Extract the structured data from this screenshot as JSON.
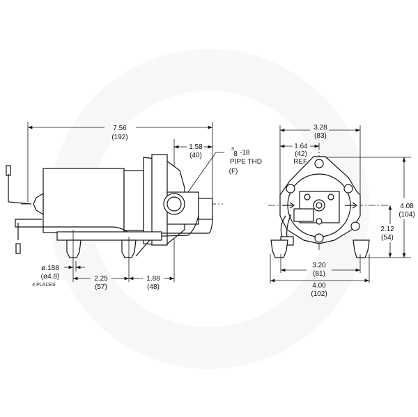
{
  "side_view": {
    "overall_length": {
      "in": "7.56",
      "mm": "(192)"
    },
    "port_offset": {
      "in": "1.58",
      "mm": "(40)"
    },
    "port_thread": {
      "size_whole": "3",
      "size_den": "8",
      "size_rest": "-18",
      "line2": "PIPE THD",
      "line3": "(F)"
    },
    "mount_hole": {
      "in": "ø.188",
      "mm": "(ø4.8)",
      "note": "4 PLACES"
    },
    "foot_spacing": {
      "in": "2.25",
      "mm": "(57)"
    },
    "foot_to_port": {
      "in": "1.88",
      "mm": "(48)"
    }
  },
  "end_view": {
    "width": {
      "in": "3.28",
      "mm": "(83)"
    },
    "half_width": {
      "in": "1.64",
      "mm": "(42)",
      "note": "REF."
    },
    "height": {
      "in": "4.08",
      "mm": "(104)"
    },
    "center_height": {
      "in": "2.12",
      "mm": "(54)"
    },
    "foot_spacing": {
      "in": "3.20",
      "mm": "(81)"
    },
    "overall_width": {
      "in": "4.00",
      "mm": "(102)"
    }
  }
}
